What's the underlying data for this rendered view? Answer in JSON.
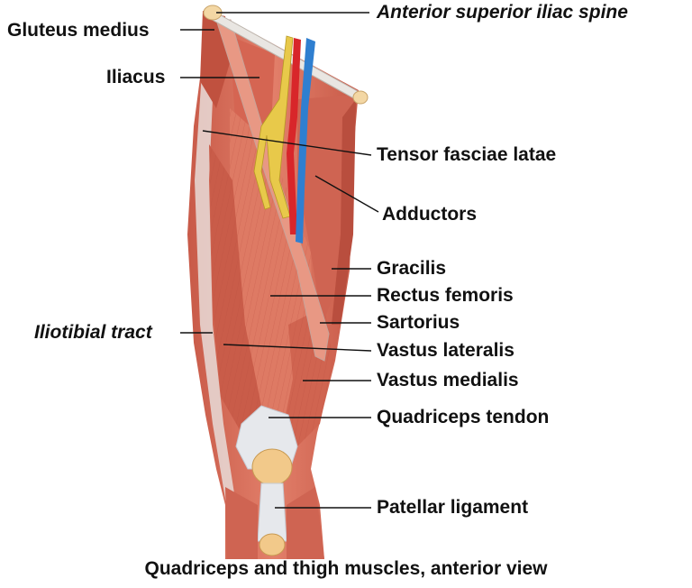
{
  "labels": {
    "asis": "Anterior superior iliac spine",
    "gluteus_medius": "Gluteus medius",
    "iliacus": "Iliacus",
    "tensor": "Tensor fasciae latae",
    "adductors": "Adductors",
    "gracilis": "Gracilis",
    "rectus": "Rectus femoris",
    "sartorius": "Sartorius",
    "iliotibial": "Iliotibial tract",
    "vastus_lateralis": "Vastus lateralis",
    "vastus_medialis": "Vastus medialis",
    "quad_tendon": "Quadriceps tendon",
    "patellar": "Patellar ligament"
  },
  "caption": "Quadriceps and thigh muscles, anterior view",
  "colors": {
    "muscle": "#d9705e",
    "muscle_dark": "#b84a3c",
    "muscle_light": "#ee9a86",
    "tendon": "#e6e8ec",
    "bone": "#f2c98a",
    "nerve": "#e8c94a",
    "artery": "#d8262a",
    "vein": "#2f7fd0",
    "leader": "#111111"
  }
}
